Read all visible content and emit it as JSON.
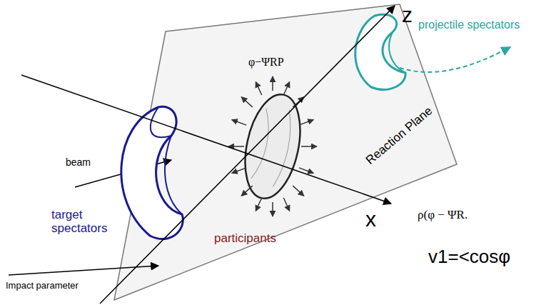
{
  "diagram": {
    "labels": [
      "z",
      "x",
      "beam",
      "Impact parameter",
      "target spectators",
      "participants",
      "projectile spectators",
      "Reaction Plane",
      "φ−ΨRP",
      "ρ(φ − ΨR.",
      "v1=<cosφ"
    ]
  }
}
